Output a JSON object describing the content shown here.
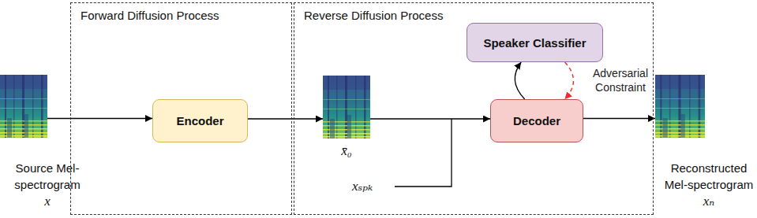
{
  "diagram": {
    "nodes": [
      {
        "text": [
          "Source Mel-spectrogram",
          "x"
        ]
      },
      {
        "text": [
          "Forward Diffusion Process"
        ]
      },
      {
        "text": [
          "Encoder"
        ],
        "in": 1
      },
      {
        "text": [
          "Reverse Diffusion Process"
        ]
      },
      {
        "text": [
          "x̄₀"
        ],
        "in": 3
      },
      {
        "text": [
          "Speaker Classifier"
        ],
        "in": 3
      },
      {
        "text": [
          "Decoder"
        ],
        "in": 3
      },
      {
        "text": [
          "Reconstructed Mel-spectrogram",
          "xₙ"
        ]
      }
    ],
    "edges": [
      {
        "from": 0,
        "to": 2,
        "arrow": "to"
      },
      {
        "from": 2,
        "to": 4,
        "arrow": "to"
      },
      {
        "from": 4,
        "to": 6,
        "arrow": "to"
      },
      {
        "from": 6,
        "to": 5,
        "arrow": "to"
      },
      {
        "from": 5,
        "to": 6,
        "label": "Adversarial Constraint",
        "arrow": "to"
      },
      {
        "from": 6,
        "to": 7,
        "arrow": "to"
      }
    ],
    "labels": [
      "xₛₚₖ"
    ]
  }
}
